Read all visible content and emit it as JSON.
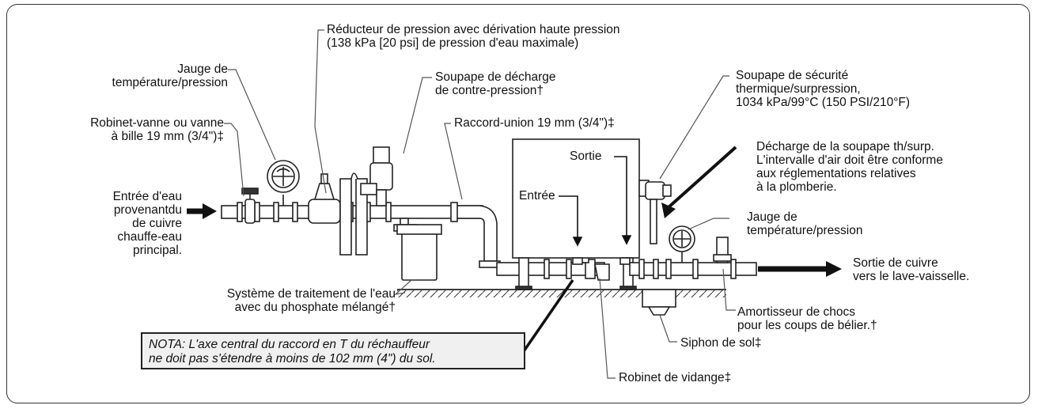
{
  "labels": {
    "reducer_l1": "Réducteur de pression avec dérivation haute pression",
    "reducer_l2": "(138 kPa [20 psi] de pression d'eau maximale)",
    "gauge_left_l1": "Jauge de",
    "gauge_left_l2": "température/pression",
    "backpressure_l1": "Soupape de décharge",
    "backpressure_l2": "de contre-pression†",
    "safety_valve_l1": "Soupape de sécurité",
    "safety_valve_l2": "thermique/surpression,",
    "safety_valve_l3": "1034 kPa/99°C (150 PSI/210°F)",
    "ball_valve_l1": "Robinet-vanne ou vanne",
    "ball_valve_l2": "à bille 19 mm (3/4\")‡",
    "union": "Raccord-union 19 mm (3/4\")‡",
    "discharge_l1": "Décharge de la soupape th/surp.",
    "discharge_l2": "L'intervalle d'air doit être conforme",
    "discharge_l3": "aux réglementations relatives",
    "discharge_l4": "à la plomberie.",
    "sortie": "Sortie",
    "entree": "Entrée",
    "inlet_l1": "Entrée d'eau",
    "inlet_l2": "provenantdu",
    "inlet_l3": "de cuivre",
    "inlet_l4": "chauffe-eau",
    "inlet_l5": "principal.",
    "gauge_right_l1": "Jauge de",
    "gauge_right_l2": "température/pression",
    "outlet_l1": "Sortie de cuivre",
    "outlet_l2": "vers le lave-vaisselle.",
    "treatment_l1": "Système de traitement de l'eau",
    "treatment_l2": "avec du phosphate mélangé†",
    "shock_l1": "Amortisseur de chocs",
    "shock_l2": "pour les coups de bélier.†",
    "drain": "Siphon de sol‡",
    "valve_drain": "Robinet de vidange‡"
  },
  "note": {
    "line1": "NOTA: L'axe central du raccord en T du réchauffeur",
    "line2": "ne doit pas s'étendre à moins de 102 mm (4\") du sol."
  }
}
